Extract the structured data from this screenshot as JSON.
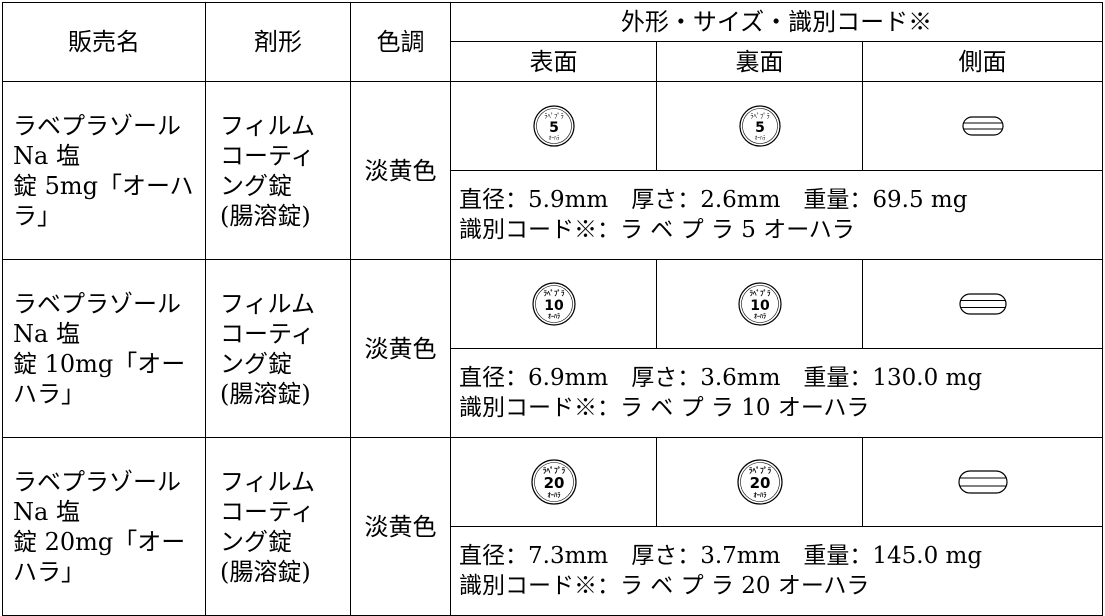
{
  "headers": {
    "name": "販売名",
    "form": "剤形",
    "color": "色調",
    "shape": "外形・サイズ・識別コード※",
    "front": "表面",
    "back": "裏面",
    "side": "側面"
  },
  "rows": [
    {
      "name_line1": "ラベプラゾール Na 塩",
      "name_line2": "錠 5mg「オーハラ」",
      "form_lines": [
        "フィルム",
        "コーティ",
        "ング錠",
        "(腸溶錠)"
      ],
      "color": "淡黄色",
      "tablet": {
        "top": "ﾗﾍﾟﾌﾟﾗ",
        "num": "5",
        "bottom": "ｵｰﾊﾗ"
      },
      "spec_line1": "直径：5.9mm　厚さ：2.6mm　重量：69.5 mg",
      "spec_line2": "識別コード※：ラ ベ プ ラ 5 オーハラ"
    },
    {
      "name_line1": "ラベプラゾール Na 塩",
      "name_line2": "錠 10mg「オーハラ」",
      "form_lines": [
        "フィルム",
        "コーティ",
        "ング錠",
        "(腸溶錠)"
      ],
      "color": "淡黄色",
      "tablet": {
        "top": "ﾗﾍﾟﾌﾟﾗ",
        "num": "10",
        "bottom": "ｵｰﾊﾗ"
      },
      "spec_line1": "直径：6.9mm　厚さ：3.6mm　重量：130.0 mg",
      "spec_line2": "識別コード※：ラ ベ プ ラ 10 オーハラ"
    },
    {
      "name_line1": "ラベプラゾール Na 塩",
      "name_line2": "錠 20mg「オーハラ」",
      "form_lines": [
        "フィルム",
        "コーティ",
        "ング錠",
        "(腸溶錠)"
      ],
      "color": "淡黄色",
      "tablet": {
        "top": "ﾗﾍﾟﾌﾟﾗ",
        "num": "20",
        "bottom": "ｵｰﾊﾗ"
      },
      "spec_line1": "直径：7.3mm　厚さ：3.7mm　重量：145.0 mg",
      "spec_line2": "識別コード※：ラ ベ プ ラ 20 オーハラ"
    }
  ]
}
